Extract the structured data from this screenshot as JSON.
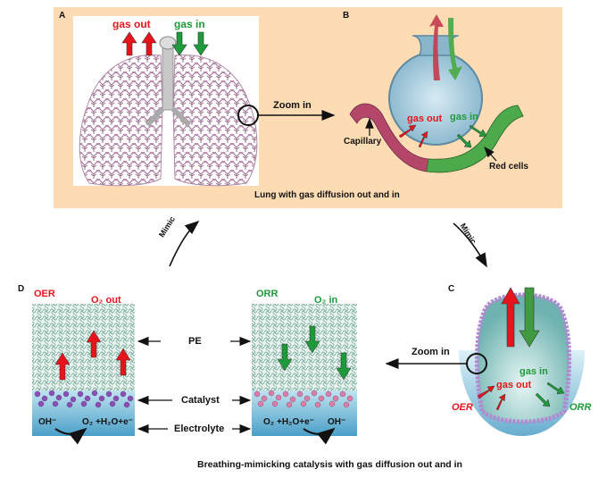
{
  "panels": {
    "A": {
      "letter": "A",
      "gas_out": "gas out",
      "gas_in": "gas in"
    },
    "B": {
      "letter": "B",
      "gas_out": "gas out",
      "gas_in": "gas in",
      "capillary": "Capillary",
      "red_cells": "Red cells"
    },
    "top_zoom": "Zoom in",
    "top_caption": "Lung with gas diffusion out and in",
    "mimic_left": "Mimic",
    "mimic_right": "Mimic",
    "C": {
      "letter": "C",
      "gas_in": "gas in",
      "gas_out": "gas out",
      "oer": "OER",
      "orr": "ORR",
      "zoom": "Zoom in"
    },
    "D": {
      "letter": "D",
      "oer": "OER",
      "o2_out": "O₂ out",
      "orr": "ORR",
      "o2_in": "O₂ in",
      "pe": "PE",
      "catalyst": "Catalyst",
      "electrolyte": "Electrolyte",
      "oer_left_species": "OH⁻",
      "oer_right_species": "O₂ +H₂O+e⁻",
      "orr_left_species": "O₂ +H₂O+e⁻",
      "orr_right_species": "OH⁻"
    },
    "bottom_caption": "Breathing-mimicking catalysis with gas diffusion out and in"
  },
  "colors": {
    "top_bg": "#fddcb4",
    "bottom_bg": "#cbcbcb",
    "red": "#e8141b",
    "green": "#1e9a3a",
    "lung": "#a47a9a",
    "electrolyte": "#5fb1d4",
    "pe_fiber": "#8ab8a8",
    "oer_catalyst": "#8a4fb0",
    "orr_catalyst": "#d87ea8"
  }
}
